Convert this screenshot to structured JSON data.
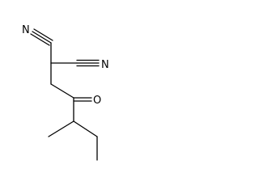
{
  "molecule": {
    "atoms": {
      "n_top": "N",
      "n_right": "N",
      "o_carbonyl": "O"
    }
  }
}
